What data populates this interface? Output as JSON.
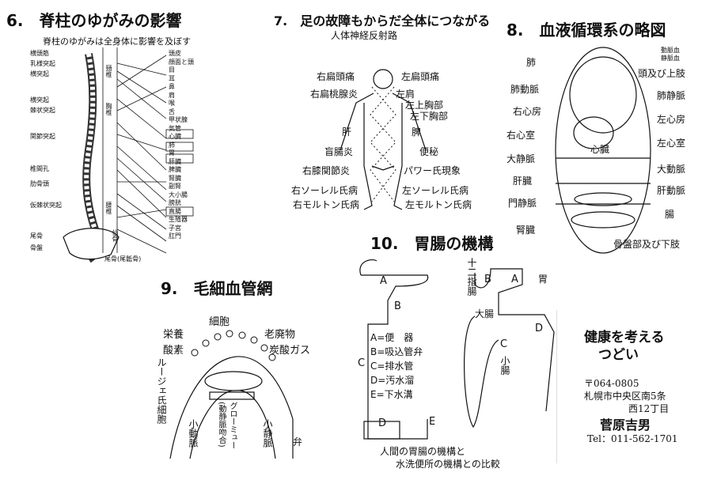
{
  "panel6": {
    "title": "6.　脊柱のゆがみの影響",
    "subtitle": "脊柱のゆがみは全身体に影響を及ぼす",
    "left_labels": [
      "横頭筋",
      "乳様突起",
      "横突起",
      "横突起",
      "棘状突起",
      "関節突起",
      "椎間孔",
      "肋骨頭",
      "仮棘状突起",
      "尾骨",
      "骨盤"
    ],
    "right_labels": [
      "頭皮",
      "顔面と頭",
      "目",
      "耳",
      "鼻",
      "肩",
      "喉",
      "舌",
      "甲状腺",
      "気管",
      "心臓",
      "肺",
      "胃",
      "肝臓",
      "脾臓",
      "腎臓",
      "副腎",
      "大小腸",
      "膀胱",
      "直腸",
      "生殖器",
      "子宮",
      "肛門"
    ],
    "spine_labels": [
      "頸椎",
      "胸椎",
      "腰椎",
      "仙骨",
      "尾骨(尾骶骨)"
    ]
  },
  "panel7": {
    "title_line1": "7.　足の故障もからだ全体につながる",
    "title_line2": "人体神経反射路",
    "labels_left": [
      "右扁頭痛",
      "右扁桃腺炎",
      "肝",
      "盲腸炎",
      "右膝関節炎",
      "右ソーレル氏病",
      "右モルトン氏病"
    ],
    "labels_right": [
      "左扁頭痛",
      "左肩",
      "左上胸部",
      "左下胸部",
      "脾",
      "便秘",
      "パワー氏現象",
      "左ソーレル氏病",
      "左モルトン氏病"
    ]
  },
  "panel8": {
    "title": "8.　血液循環系の略図",
    "labels_left": [
      "肺",
      "肺動脈",
      "右心房",
      "右心室",
      "大静脈",
      "肝臓",
      "門静脈",
      "腎臓"
    ],
    "labels_right": [
      "動脈血",
      "静脈血",
      "頭及び上肢",
      "肺静脈",
      "左心房",
      "左心室",
      "大動脈",
      "肝動脈",
      "腸",
      "骨盤部及び下肢"
    ],
    "center_label": "心臓"
  },
  "panel9": {
    "title": "9.　毛細血管網",
    "labels": [
      "細胞",
      "栄養",
      "老廃物",
      "酸素",
      "炭酸ガス",
      "弁"
    ],
    "vertical_labels": [
      "ルージェ氏細胞",
      "小動脈",
      "グローミュー",
      "(動静脈吻合)",
      "小静脈"
    ]
  },
  "panel10": {
    "title": "10.　胃腸の機構",
    "legend": [
      "A=便　器",
      "B=吸込管弁",
      "C=排水管",
      "D=汚水溜",
      "E=下水溝"
    ],
    "letters": [
      "A",
      "B",
      "C",
      "D",
      "E"
    ],
    "right_labels": [
      "十二指腸",
      "胃",
      "大腸",
      "小腸"
    ],
    "caption_line1": "人間の胃腸の機構と",
    "caption_line2": "水洗便所の機構との比較"
  },
  "card": {
    "title_line1": "健康を考える",
    "title_line2": "つどい",
    "postal": "〒064-0805",
    "address1": "札幌市中央区南5条",
    "address2": "西12丁目",
    "name": "菅原吉男",
    "tel": "Tel：011-562-1701"
  }
}
